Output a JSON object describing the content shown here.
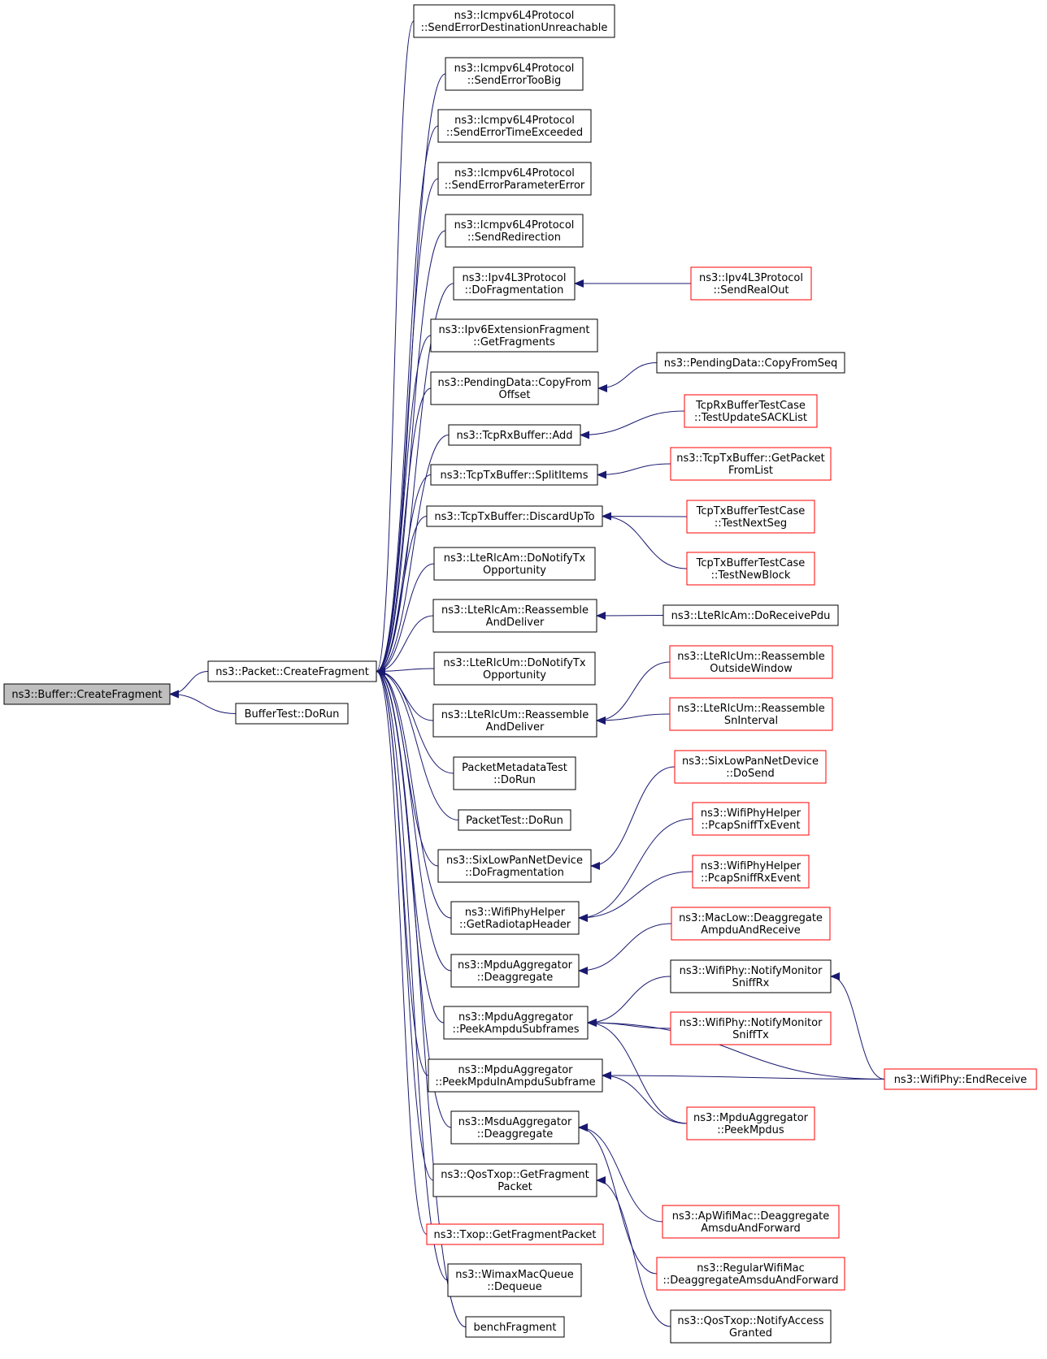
{
  "graph": {
    "edge_color": "#191970",
    "nodes": [
      {
        "id": "root",
        "lines": [
          "ns3::Buffer::CreateFragment"
        ],
        "style": "root"
      },
      {
        "id": "n1",
        "lines": [
          "ns3::Packet::CreateFragment"
        ],
        "style": "black"
      },
      {
        "id": "n2",
        "lines": [
          "BufferTest::DoRun"
        ],
        "style": "black"
      },
      {
        "id": "c0",
        "lines": [
          "ns3::Icmpv6L4Protocol",
          "::SendErrorDestinationUnreachable"
        ],
        "style": "black"
      },
      {
        "id": "c1",
        "lines": [
          "ns3::Icmpv6L4Protocol",
          "::SendErrorTooBig"
        ],
        "style": "black"
      },
      {
        "id": "c2",
        "lines": [
          "ns3::Icmpv6L4Protocol",
          "::SendErrorTimeExceeded"
        ],
        "style": "black"
      },
      {
        "id": "c3",
        "lines": [
          "ns3::Icmpv6L4Protocol",
          "::SendErrorParameterError"
        ],
        "style": "black"
      },
      {
        "id": "c4",
        "lines": [
          "ns3::Icmpv6L4Protocol",
          "::SendRedirection"
        ],
        "style": "black"
      },
      {
        "id": "c5",
        "lines": [
          "ns3::Ipv4L3Protocol",
          "::DoFragmentation"
        ],
        "style": "black"
      },
      {
        "id": "c6",
        "lines": [
          "ns3::Ipv6ExtensionFragment",
          "::GetFragments"
        ],
        "style": "black"
      },
      {
        "id": "c7",
        "lines": [
          "ns3::PendingData::CopyFrom",
          "Offset"
        ],
        "style": "black"
      },
      {
        "id": "c8",
        "lines": [
          "ns3::TcpRxBuffer::Add"
        ],
        "style": "black"
      },
      {
        "id": "c9",
        "lines": [
          "ns3::TcpTxBuffer::SplitItems"
        ],
        "style": "black"
      },
      {
        "id": "c10",
        "lines": [
          "ns3::TcpTxBuffer::DiscardUpTo"
        ],
        "style": "black"
      },
      {
        "id": "c11",
        "lines": [
          "ns3::LteRlcAm::DoNotifyTx",
          "Opportunity"
        ],
        "style": "black"
      },
      {
        "id": "c12",
        "lines": [
          "ns3::LteRlcAm::Reassemble",
          "AndDeliver"
        ],
        "style": "black"
      },
      {
        "id": "c13",
        "lines": [
          "ns3::LteRlcUm::DoNotifyTx",
          "Opportunity"
        ],
        "style": "black"
      },
      {
        "id": "c14",
        "lines": [
          "ns3::LteRlcUm::Reassemble",
          "AndDeliver"
        ],
        "style": "black"
      },
      {
        "id": "c15",
        "lines": [
          "PacketMetadataTest",
          "::DoRun"
        ],
        "style": "black"
      },
      {
        "id": "c16",
        "lines": [
          "PacketTest::DoRun"
        ],
        "style": "black"
      },
      {
        "id": "c17",
        "lines": [
          "ns3::SixLowPanNetDevice",
          "::DoFragmentation"
        ],
        "style": "black"
      },
      {
        "id": "c18",
        "lines": [
          "ns3::WifiPhyHelper",
          "::GetRadiotapHeader"
        ],
        "style": "black"
      },
      {
        "id": "c19",
        "lines": [
          "ns3::MpduAggregator",
          "::Deaggregate"
        ],
        "style": "black"
      },
      {
        "id": "c20",
        "lines": [
          "ns3::MpduAggregator",
          "::PeekAmpduSubframes"
        ],
        "style": "black"
      },
      {
        "id": "c21",
        "lines": [
          "ns3::MpduAggregator",
          "::PeekMpduInAmpduSubframe"
        ],
        "style": "black"
      },
      {
        "id": "c22",
        "lines": [
          "ns3::MsduAggregator",
          "::Deaggregate"
        ],
        "style": "black"
      },
      {
        "id": "c23",
        "lines": [
          "ns3::QosTxop::GetFragment",
          "Packet"
        ],
        "style": "black"
      },
      {
        "id": "c24",
        "lines": [
          "ns3::Txop::GetFragmentPacket"
        ],
        "style": "red"
      },
      {
        "id": "c25",
        "lines": [
          "ns3::WimaxMacQueue",
          "::Dequeue"
        ],
        "style": "black"
      },
      {
        "id": "c26",
        "lines": [
          "benchFragment"
        ],
        "style": "black"
      },
      {
        "id": "d0",
        "lines": [
          "ns3::Ipv4L3Protocol",
          "::SendRealOut"
        ],
        "style": "red"
      },
      {
        "id": "d1",
        "lines": [
          "ns3::PendingData::CopyFromSeq"
        ],
        "style": "black"
      },
      {
        "id": "d2",
        "lines": [
          "TcpRxBufferTestCase",
          "::TestUpdateSACKList"
        ],
        "style": "red"
      },
      {
        "id": "d3",
        "lines": [
          "ns3::TcpTxBuffer::GetPacket",
          "FromList"
        ],
        "style": "red"
      },
      {
        "id": "d4",
        "lines": [
          "TcpTxBufferTestCase",
          "::TestNextSeg"
        ],
        "style": "red"
      },
      {
        "id": "d5",
        "lines": [
          "TcpTxBufferTestCase",
          "::TestNewBlock"
        ],
        "style": "red"
      },
      {
        "id": "d6",
        "lines": [
          "ns3::LteRlcAm::DoReceivePdu"
        ],
        "style": "black"
      },
      {
        "id": "d7",
        "lines": [
          "ns3::LteRlcUm::Reassemble",
          "OutsideWindow"
        ],
        "style": "red"
      },
      {
        "id": "d8",
        "lines": [
          "ns3::LteRlcUm::Reassemble",
          "SnInterval"
        ],
        "style": "red"
      },
      {
        "id": "d9",
        "lines": [
          "ns3::SixLowPanNetDevice",
          "::DoSend"
        ],
        "style": "red"
      },
      {
        "id": "d10",
        "lines": [
          "ns3::WifiPhyHelper",
          "::PcapSniffTxEvent"
        ],
        "style": "red"
      },
      {
        "id": "d11",
        "lines": [
          "ns3::WifiPhyHelper",
          "::PcapSniffRxEvent"
        ],
        "style": "red"
      },
      {
        "id": "d12",
        "lines": [
          "ns3::MacLow::Deaggregate",
          "AmpduAndReceive"
        ],
        "style": "red"
      },
      {
        "id": "d13",
        "lines": [
          "ns3::WifiPhy::NotifyMonitor",
          "SniffRx"
        ],
        "style": "black"
      },
      {
        "id": "d14",
        "lines": [
          "ns3::WifiPhy::NotifyMonitor",
          "SniffTx"
        ],
        "style": "red"
      },
      {
        "id": "d15",
        "lines": [
          "ns3::MpduAggregator",
          "::PeekMpdus"
        ],
        "style": "red"
      },
      {
        "id": "d16",
        "lines": [
          "ns3::ApWifiMac::Deaggregate",
          "AmsduAndForward"
        ],
        "style": "red"
      },
      {
        "id": "d17",
        "lines": [
          "ns3::RegularWifiMac",
          "::DeaggregateAmsduAndForward"
        ],
        "style": "red"
      },
      {
        "id": "d18",
        "lines": [
          "ns3::QosTxop::NotifyAccess",
          "Granted"
        ],
        "style": "black"
      },
      {
        "id": "e0",
        "lines": [
          "ns3::WifiPhy::EndReceive"
        ],
        "style": "red"
      }
    ],
    "edges": [
      [
        "n1",
        "root"
      ],
      [
        "n2",
        "root"
      ],
      [
        "c0",
        "n1"
      ],
      [
        "c1",
        "n1"
      ],
      [
        "c2",
        "n1"
      ],
      [
        "c3",
        "n1"
      ],
      [
        "c4",
        "n1"
      ],
      [
        "c5",
        "n1"
      ],
      [
        "c6",
        "n1"
      ],
      [
        "c7",
        "n1"
      ],
      [
        "c8",
        "n1"
      ],
      [
        "c9",
        "n1"
      ],
      [
        "c10",
        "n1"
      ],
      [
        "c11",
        "n1"
      ],
      [
        "c12",
        "n1"
      ],
      [
        "c13",
        "n1"
      ],
      [
        "c14",
        "n1"
      ],
      [
        "c15",
        "n1"
      ],
      [
        "c16",
        "n1"
      ],
      [
        "c17",
        "n1"
      ],
      [
        "c18",
        "n1"
      ],
      [
        "c19",
        "n1"
      ],
      [
        "c20",
        "n1"
      ],
      [
        "c21",
        "n1"
      ],
      [
        "c22",
        "n1"
      ],
      [
        "c23",
        "n1"
      ],
      [
        "c24",
        "n1"
      ],
      [
        "c25",
        "n1"
      ],
      [
        "c26",
        "n1"
      ],
      [
        "d0",
        "c5"
      ],
      [
        "d1",
        "c7"
      ],
      [
        "d2",
        "c8"
      ],
      [
        "d3",
        "c9"
      ],
      [
        "d4",
        "c10"
      ],
      [
        "d5",
        "c10"
      ],
      [
        "d6",
        "c12"
      ],
      [
        "d7",
        "c14"
      ],
      [
        "d8",
        "c14"
      ],
      [
        "d9",
        "c17"
      ],
      [
        "d10",
        "c18"
      ],
      [
        "d11",
        "c18"
      ],
      [
        "d12",
        "c19"
      ],
      [
        "d13",
        "c20"
      ],
      [
        "d14",
        "c20"
      ],
      [
        "e0",
        "c20"
      ],
      [
        "d15",
        "c20"
      ],
      [
        "d15",
        "c21"
      ],
      [
        "e0",
        "c21"
      ],
      [
        "d16",
        "c22"
      ],
      [
        "d17",
        "c22"
      ],
      [
        "d18",
        "c23"
      ],
      [
        "e0",
        "d13"
      ]
    ]
  }
}
